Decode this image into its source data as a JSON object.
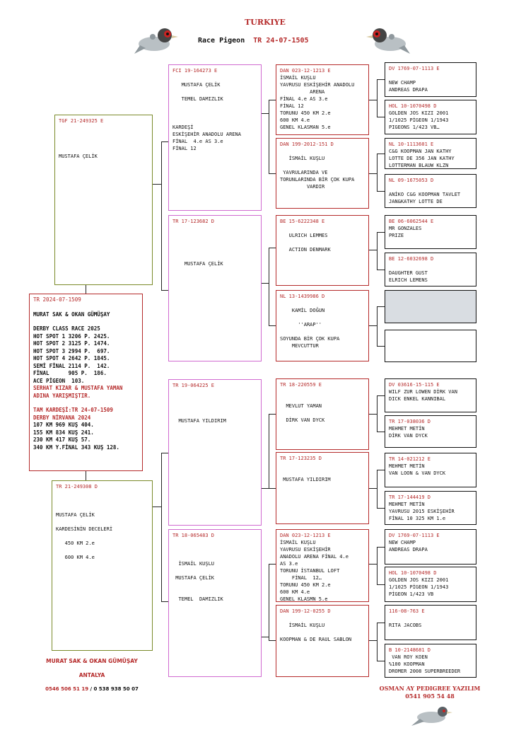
{
  "header": {
    "country": "TURKIYE",
    "race_label": "Race Pigeon",
    "race_ring": "TR 24-07-1505"
  },
  "subject": {
    "ring": "TR 2024-07-1509",
    "owner": "MURAT SAK & OKAN GÜMÜŞAY",
    "results": "DERBY CLASS RACE 2025\nHOT SPOT 1 3206 P. 2425.\nHOT SPOT 2 3125 P. 1474.\nHOT SPOT 3 2994 P.  697.\nHOT SPOT 4 2642 P. 1845.\nSEMİ FİNAL 2114 P.  142.\nFİNAL      905 P.  186.\nACE PİGEON  103.",
    "note": "SERHAT KIZAR & MUSTAFA YAMAN ADINA YARIŞMIŞTIR.",
    "sibling_title": "TAM KARDEŞİ:TR 24-07-1509\nDERBY NİRVANA 2024",
    "sibling_results": "107 KM 969 KUŞ 404.\n155 KM 834 KUŞ 241.\n230 KM 417 KUŞ 57.\n340 KM Y.FİNAL 343 KUŞ 128."
  },
  "parents": [
    {
      "ring": "TGF 21-249325 E",
      "text": "\n\n\n\nMUSTAFA ÇELİK"
    },
    {
      "ring": "TR 21-249308 D",
      "text": "\n\n\nMUSTAFA ÇELİK\n\nKARDESİNİN DECELERİ\n\n   450 KM 2.e\n\n   600 KM 4.e"
    }
  ],
  "grandparents": [
    {
      "ring": "FCI 19-164273 E",
      "text": "\n   MUSTAFA ÇELİK\n\n   TEMEL DAMIZLIK\n\n\n\nKARDEŞİ\nESKİŞEHİR ANADOLU ARENA\nFİNAL  4.e AS 3.e\nFİNAL 12"
    },
    {
      "ring": "TR 17-123682 D",
      "text": "\n\n\n\n\n    MUSTAFA ÇELİK"
    },
    {
      "ring": "TR 19-064225 E",
      "text": "\n\n\n\n  MUSTAFA YILDIRIM"
    },
    {
      "ring": "TR 18-065483 D",
      "text": "\n\n\n  İSMAİL KUŞLU\n\n MUSTAFA ÇELİK\n\n\n  TEMEL  DAMIZLIK"
    }
  ],
  "great_grandparents": [
    {
      "ring": "DAN 023-12-1213 E",
      "text": "İSMAİL KUŞLU\nYAVRUSU ESKİŞEHİR ANADOLU\n          ARENA\nFİNAL 4.e AS 3.e\nFİNAL 12\nTORUNU 450 KM 2.e\n600 KM 4.e\nGENEL KLASMAN 5.e"
    },
    {
      "ring": "DAN 199-2012-151 D",
      "text": "\n   İSMAİL KUŞLU\n\n YAVRULARINDA VE\nTORUNLARINDA BİR ÇOK KUPA\n         VARDIR"
    },
    {
      "ring": "BE 15-6222348 E",
      "text": "\n   ULRICH LEMMES\n\n   ACTION DENMARK"
    },
    {
      "ring": "NL 13-1439986 D",
      "text": "\n    KAMİL DOĞUN\n\n      ''ARAP''\n\nSOYUNDA BİR ÇOK KUPA\n    MEVCUTTUR"
    },
    {
      "ring": "TR 18-220559 E",
      "text": "\n\n  MEVLUT YAMAN\n\n  DİRK VAN DYCK"
    },
    {
      "ring": "TR 17-123235 D",
      "text": "\n\n MUSTAFA YILDIRIM"
    },
    {
      "ring": "DAN 023-12-1213 E",
      "text": "İSMAİL KUŞLU\nYAVRUSU ESKİŞEHİR\nANADOLU ARENA FİNAL 4.e\nAS 3.e\nTORUNU İSTANBUL LOFT\n    FİNAL  12…\nTORUNU 450 KM 2.e\n600 KM 4.e\nGENEL KLASMN 5.e"
    },
    {
      "ring": "DAN 199-12-0255 D",
      "text": "\n   İSMAİL KUŞLU\n\nKOOPMAN & DE RAUL SABLON"
    }
  ],
  "gen4": [
    {
      "ring": "DV 1769-07-1113 E",
      "text": "\nNEW CHAMP\nANDREAS DRAPA"
    },
    {
      "ring": "HOL 10-1070498 D",
      "text": "GOLDEN JOS KIZI 2001\n1/1025 PİGEON 1/1943\nPIGEONS 1/423 VB…"
    },
    {
      "ring": "NL 10-1113601 E",
      "text": "C&G KOOPMAN JAN KATHY\nLOTTE DE 356 JAN KATHY\nLOTTERMAN BLAUW KLZN"
    },
    {
      "ring": "NL 09-1675053 D",
      "text": "\nANİKO C&G KOOPMAN TAVLET\nJAN&KATHY LOTTE DE"
    },
    {
      "ring": "BE 06-6062544 E",
      "text": "MR GONZALES\nPRIZE"
    },
    {
      "ring": "BE 12-6032698 D",
      "text": "\nDAUGHTER GUST\nELRICH LEMENS"
    },
    {
      "ring": "",
      "text": ""
    },
    {
      "ring": "",
      "text": ""
    },
    {
      "ring": "DV 03616-15-115 E",
      "text": "WILF ZUR LOWEN DİRK VAN\nDICK ENKEL KANNIBAL"
    },
    {
      "ring": "TR 17-038036 D",
      "text": "MEHMET METİN\nDİRK VAN DYCK"
    },
    {
      "ring": "TR 14-021212 E",
      "text": "MEHMET METİN\nVAN LOON & VAN DYCK"
    },
    {
      "ring": "TR 17-144419 D",
      "text": "MEHMET METİN\nYAVRUSU 2015 ESKİŞEHİR\nFİNAL 10 325 KM 1.e"
    },
    {
      "ring": "DV 1769-07-1113 E",
      "text": "NEW CHAMP\nANDREAS DRAPA"
    },
    {
      "ring": "HOL 10-1070498 D",
      "text": "GOLDEN JOS KIZI 2001\n1/1025 PİGEON 1/1943\nPİGEON 1/423 VB"
    },
    {
      "ring": "116-08-763 E",
      "text": "\nRITA JACOBS"
    },
    {
      "ring": "B 10-2148681 D",
      "text": " VAN ROY KOEN\n%100 KOOPMAN\nDROMER 2008 SUPERBREEDER"
    }
  ],
  "footer": {
    "owner": "MURAT SAK & OKAN GÜMÜŞAY",
    "city": "ANTALYA",
    "phone_red": "0546 506 51 19",
    "phone_sep": " / ",
    "phone_black": "0 538 938 50 07",
    "maker": "OSMAN AY PEDIGREE  YAZILIM",
    "maker_phone": "0541 905 54 48"
  },
  "colors": {
    "ring_red": "#b52a2a",
    "olive": "#7a8a2a",
    "magenta": "#d06ad0",
    "grey_fill": "#d9dde2"
  }
}
